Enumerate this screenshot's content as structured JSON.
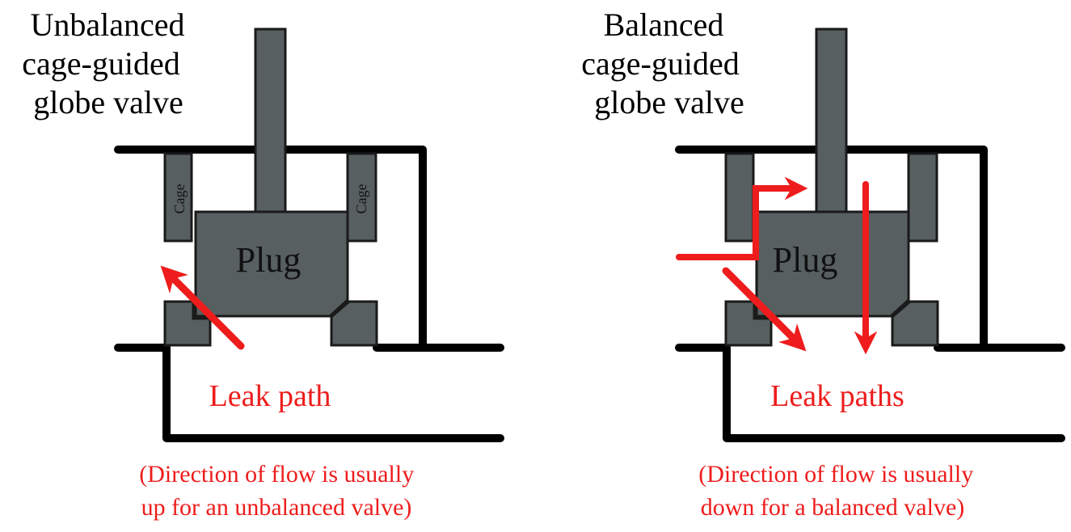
{
  "colors": {
    "part_fill": "#585f60",
    "part_stroke": "#1a1a1a",
    "body_line": "#000000",
    "accent": "#ee1c1c"
  },
  "left": {
    "title_lines": [
      "Unbalanced",
      "cage-guided",
      "globe valve"
    ],
    "plug_label": "Plug",
    "cage_labels": [
      "Cage",
      "Cage"
    ],
    "leak_label": "Leak path",
    "note_lines": [
      "(Direction of flow is usually",
      "up for an unbalanced valve)"
    ]
  },
  "right": {
    "title_lines": [
      "Balanced",
      "cage-guided",
      "globe valve"
    ],
    "plug_label": "Plug",
    "leak_label": "Leak paths",
    "note_lines": [
      "(Direction of flow is usually",
      "down for a balanced valve)"
    ]
  }
}
